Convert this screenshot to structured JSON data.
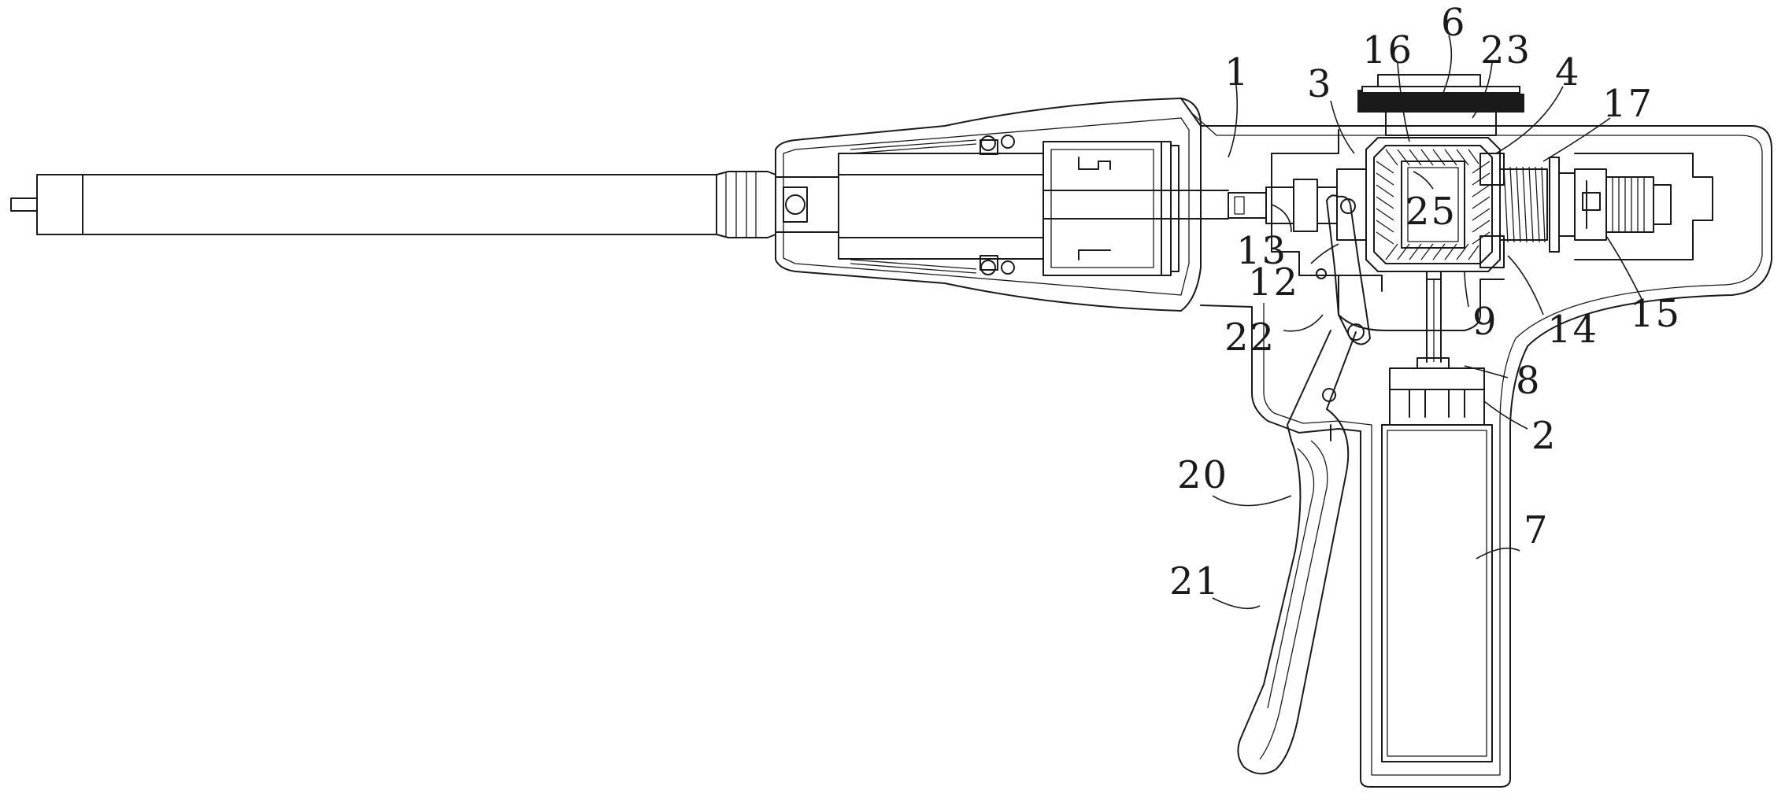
{
  "diagram": {
    "callouts": [
      {
        "id": "c1",
        "text": "1"
      },
      {
        "id": "c3",
        "text": "3"
      },
      {
        "id": "c16",
        "text": "16"
      },
      {
        "id": "c6",
        "text": "6"
      },
      {
        "id": "c23",
        "text": "23"
      },
      {
        "id": "c4",
        "text": "4"
      },
      {
        "id": "c17",
        "text": "17"
      },
      {
        "id": "c25",
        "text": "25"
      },
      {
        "id": "c13",
        "text": "13"
      },
      {
        "id": "c12",
        "text": "12"
      },
      {
        "id": "c9",
        "text": "9"
      },
      {
        "id": "c14",
        "text": "14"
      },
      {
        "id": "c15",
        "text": "15"
      },
      {
        "id": "c22",
        "text": "22"
      },
      {
        "id": "c8",
        "text": "8"
      },
      {
        "id": "c2",
        "text": "2"
      },
      {
        "id": "c20",
        "text": "20"
      },
      {
        "id": "c7",
        "text": "7"
      },
      {
        "id": "c21",
        "text": "21"
      }
    ]
  }
}
